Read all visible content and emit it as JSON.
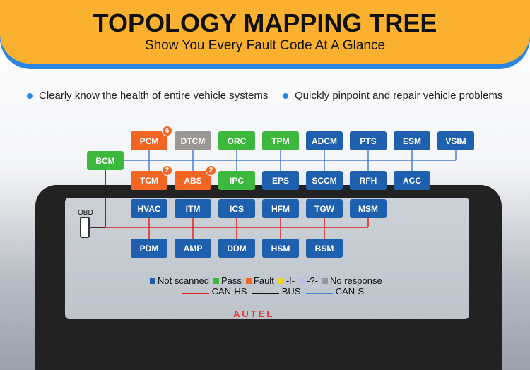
{
  "header": {
    "title": "TOPOLOGY MAPPING TREE",
    "subtitle": "Show You Every Fault Code At A Glance"
  },
  "bullets": [
    "Clearly know the health of entire vehicle systems",
    "Quickly pinpoint and repair vehicle problems"
  ],
  "colors": {
    "not_scanned": "#1e5fae",
    "pass": "#3cb93c",
    "fault": "#f26522",
    "warning": "#f2d21b",
    "unknown": "#c4b8e8",
    "no_response": "#9a9794",
    "can_hs": "#e02020",
    "bus": "#111111",
    "can_s": "#4a7fd8"
  },
  "modules": {
    "row1": [
      {
        "name": "PCM",
        "status": "fault",
        "badge": "6"
      },
      {
        "name": "DTCM",
        "status": "no_response"
      },
      {
        "name": "ORC",
        "status": "pass"
      },
      {
        "name": "TPM",
        "status": "pass"
      },
      {
        "name": "ADCM",
        "status": "not_scanned"
      },
      {
        "name": "PTS",
        "status": "not_scanned"
      },
      {
        "name": "ESM",
        "status": "not_scanned"
      },
      {
        "name": "VSIM",
        "status": "not_scanned"
      }
    ],
    "bcm": {
      "name": "BCM",
      "status": "pass"
    },
    "row2": [
      {
        "name": "TCM",
        "status": "fault",
        "badge": "2"
      },
      {
        "name": "ABS",
        "status": "fault",
        "badge": "2"
      },
      {
        "name": "IPC",
        "status": "pass"
      },
      {
        "name": "EPS",
        "status": "not_scanned"
      },
      {
        "name": "SCCM",
        "status": "not_scanned"
      },
      {
        "name": "RFH",
        "status": "not_scanned"
      },
      {
        "name": "ACC",
        "status": "not_scanned"
      }
    ],
    "row3": [
      {
        "name": "HVAC",
        "status": "not_scanned"
      },
      {
        "name": "ITM",
        "status": "not_scanned"
      },
      {
        "name": "ICS",
        "status": "not_scanned"
      },
      {
        "name": "HFM",
        "status": "not_scanned"
      },
      {
        "name": "TGW",
        "status": "not_scanned"
      },
      {
        "name": "MSM",
        "status": "not_scanned"
      }
    ],
    "row4": [
      {
        "name": "PDM",
        "status": "not_scanned"
      },
      {
        "name": "AMP",
        "status": "not_scanned"
      },
      {
        "name": "DDM",
        "status": "not_scanned"
      },
      {
        "name": "HSM",
        "status": "not_scanned"
      },
      {
        "name": "BSM",
        "status": "not_scanned"
      }
    ]
  },
  "obd_label": "OBD",
  "legend": {
    "status": [
      {
        "key": "not_scanned",
        "label": "Not scanned"
      },
      {
        "key": "pass",
        "label": "Pass"
      },
      {
        "key": "fault",
        "label": "Fault"
      },
      {
        "key": "warning",
        "label": "-!-"
      },
      {
        "key": "unknown",
        "label": "-?-"
      },
      {
        "key": "no_response",
        "label": "No response"
      }
    ],
    "lines": [
      {
        "key": "can_hs",
        "label": "CAN-HS"
      },
      {
        "key": "bus",
        "label": "BUS"
      },
      {
        "key": "can_s",
        "label": "CAN-S"
      }
    ]
  },
  "brand": "AUTEL"
}
